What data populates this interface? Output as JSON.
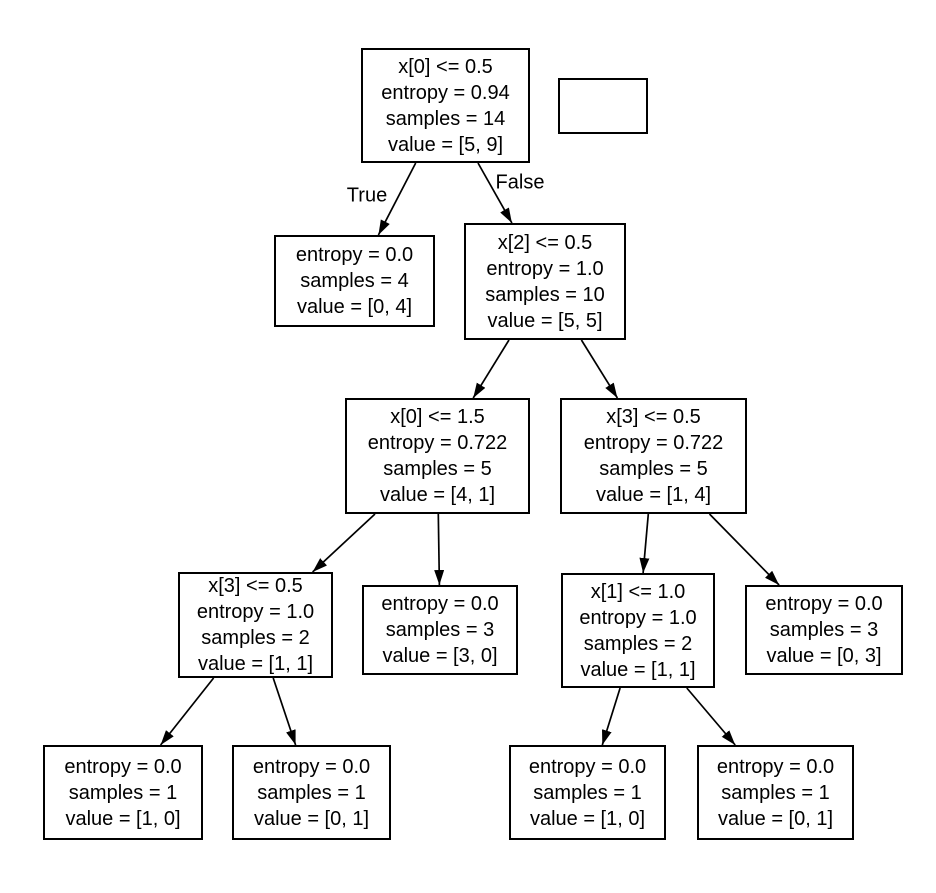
{
  "diagram": {
    "type": "decision-tree",
    "criterion": "entropy",
    "background_color": "#ffffff",
    "box_border_color": "#000000",
    "text_color": "#000000",
    "edge_color": "#000000"
  },
  "edge_labels": {
    "true_label": "True",
    "false_label": "False"
  },
  "nodes": [
    {
      "id": 0,
      "lines": [
        "x[0] <= 0.5",
        "entropy = 0.94",
        "samples = 14",
        "value = [5, 9]"
      ]
    },
    {
      "id": 1,
      "lines": [
        "entropy = 0.0",
        "samples = 4",
        "value = [0, 4]"
      ]
    },
    {
      "id": 2,
      "lines": [
        "x[2] <= 0.5",
        "entropy = 1.0",
        "samples = 10",
        "value = [5, 5]"
      ]
    },
    {
      "id": 3,
      "lines": [
        "x[0] <= 1.5",
        "entropy = 0.722",
        "samples = 5",
        "value = [4, 1]"
      ]
    },
    {
      "id": 4,
      "lines": [
        "x[3] <= 0.5",
        "entropy = 0.722",
        "samples = 5",
        "value = [1, 4]"
      ]
    },
    {
      "id": 5,
      "lines": [
        "x[3] <= 0.5",
        "entropy = 1.0",
        "samples = 2",
        "value = [1, 1]"
      ]
    },
    {
      "id": 6,
      "lines": [
        "entropy = 0.0",
        "samples = 3",
        "value = [3, 0]"
      ]
    },
    {
      "id": 7,
      "lines": [
        "x[1] <= 1.0",
        "entropy = 1.0",
        "samples = 2",
        "value = [1, 1]"
      ]
    },
    {
      "id": 8,
      "lines": [
        "entropy = 0.0",
        "samples = 3",
        "value = [0, 3]"
      ]
    },
    {
      "id": 9,
      "lines": [
        "entropy = 0.0",
        "samples = 1",
        "value = [1, 0]"
      ]
    },
    {
      "id": 10,
      "lines": [
        "entropy = 0.0",
        "samples = 1",
        "value = [0, 1]"
      ]
    },
    {
      "id": 11,
      "lines": [
        "entropy = 0.0",
        "samples = 1",
        "value = [1, 0]"
      ]
    },
    {
      "id": 12,
      "lines": [
        "entropy = 0.0",
        "samples = 1",
        "value = [0, 1]"
      ]
    }
  ],
  "edges": [
    {
      "from": 0,
      "to": 1,
      "label": "True"
    },
    {
      "from": 0,
      "to": 2,
      "label": "False"
    },
    {
      "from": 2,
      "to": 3
    },
    {
      "from": 2,
      "to": 4
    },
    {
      "from": 3,
      "to": 5
    },
    {
      "from": 3,
      "to": 6
    },
    {
      "from": 4,
      "to": 7
    },
    {
      "from": 4,
      "to": 8
    },
    {
      "from": 5,
      "to": 9
    },
    {
      "from": 5,
      "to": 10
    },
    {
      "from": 7,
      "to": 11
    },
    {
      "from": 7,
      "to": 12
    }
  ]
}
